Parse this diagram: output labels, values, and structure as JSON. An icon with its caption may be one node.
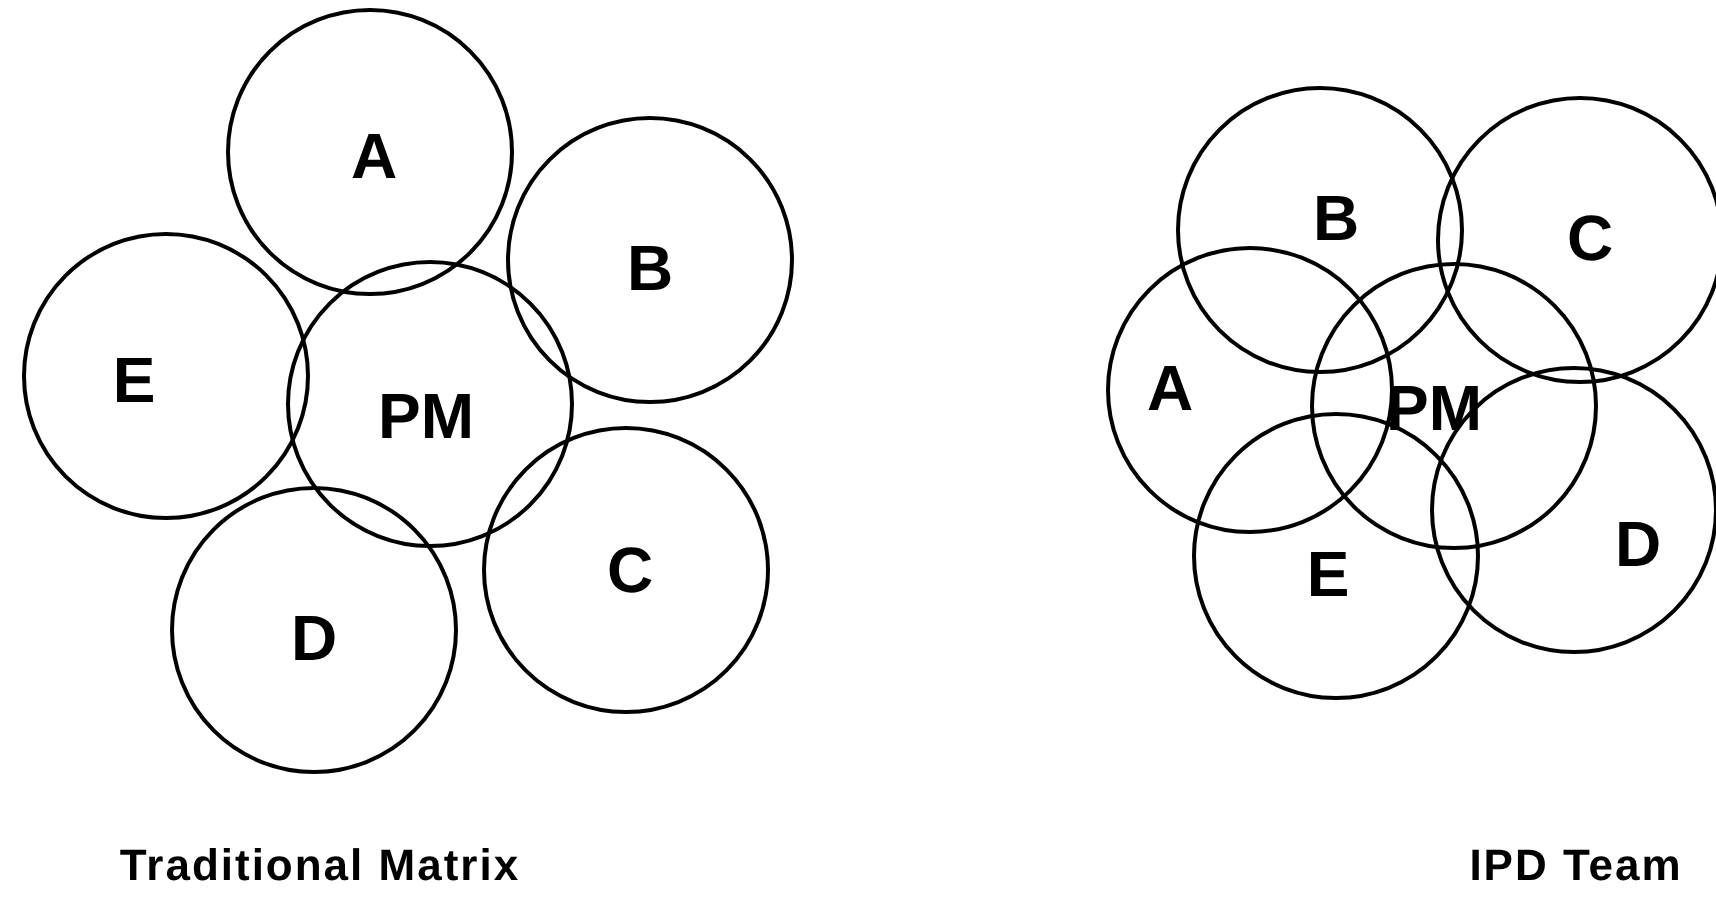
{
  "diagram": {
    "nodes": [
      {
        "text": [
          "A"
        ]
      },
      {
        "text": [
          "B"
        ]
      },
      {
        "text": [
          "E"
        ]
      },
      {
        "text": [
          "PM"
        ]
      },
      {
        "text": [
          "C"
        ]
      },
      {
        "text": [
          "D"
        ]
      },
      {
        "text": [
          "B"
        ]
      },
      {
        "text": [
          "C"
        ]
      },
      {
        "text": [
          "A"
        ]
      },
      {
        "text": [
          "PM"
        ]
      },
      {
        "text": [
          "E"
        ]
      },
      {
        "text": [
          "D"
        ]
      }
    ],
    "labels": [
      "Traditional Matrix",
      "IPD Team"
    ]
  }
}
